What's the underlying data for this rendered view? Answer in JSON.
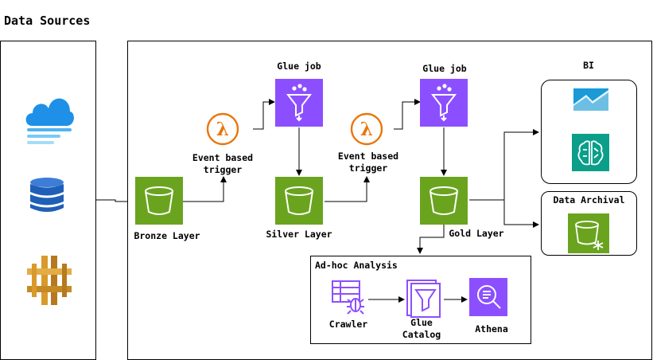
{
  "title": "Data Sources",
  "source_icons": [
    "cloud-icon",
    "database-icon",
    "api-gateway-icon"
  ],
  "steps": {
    "bronze": "Bronze Layer",
    "silver": "Silver Layer",
    "gold": "Gold Layer",
    "glue_job_1": "Glue job",
    "glue_job_2": "Glue job",
    "trigger_1": "Event based\ntrigger",
    "trigger_2": "Event based\ntrigger"
  },
  "groups": {
    "bi": "BI",
    "archival": "Data Archival",
    "adhoc": "Ad-hoc Analysis"
  },
  "adhoc_items": {
    "crawler": "Crawler",
    "catalog": "Glue\nCatalog",
    "athena": "Athena"
  },
  "colors": {
    "s3_green": "#6aa41f",
    "glue_purple": "#8c4fff",
    "lambda_orange": "#e8760e",
    "sagemaker_teal": "#0b9f8a",
    "quicksight_blue": "#1a9ad6",
    "cloud_blue": "#1e90e8",
    "db_blue": "#1f5fb8",
    "api_gold": "#d99a2b"
  }
}
